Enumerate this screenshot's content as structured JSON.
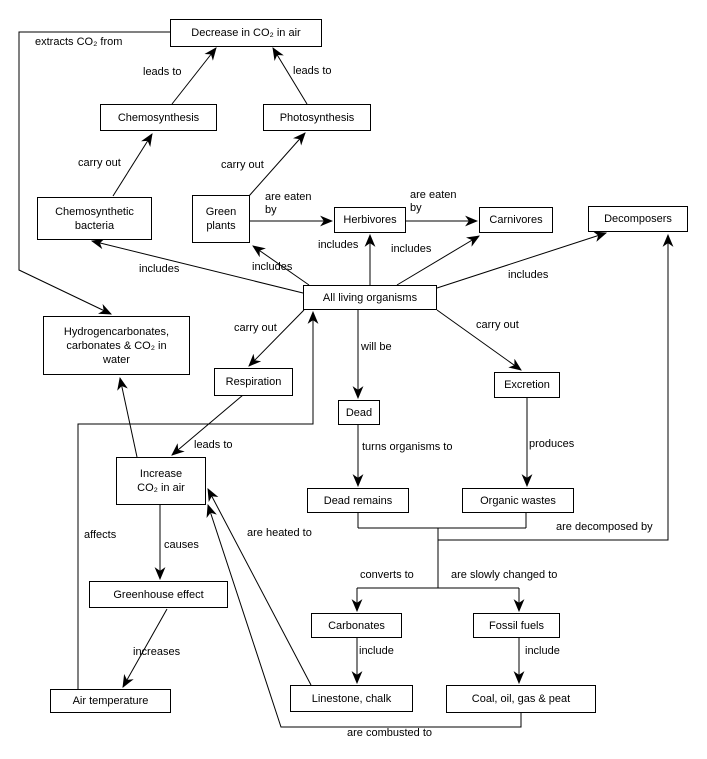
{
  "nodes": {
    "decrease": {
      "label": "Decrease in CO₂ in air"
    },
    "chemosynthesis": {
      "label": "Chemosynthesis"
    },
    "photosynthesis": {
      "label": "Photosynthesis"
    },
    "chemo_bacteria": {
      "label": "Chemosynthetic\nbacteria"
    },
    "green_plants": {
      "label": "Green\nplants"
    },
    "herbivores": {
      "label": "Herbivores"
    },
    "carnivores": {
      "label": "Carnivores"
    },
    "decomposers": {
      "label": "Decomposers"
    },
    "all_living": {
      "label": "All living organisms"
    },
    "hydro": {
      "label": "Hydrogencarbonates,\ncarbonates & CO₂ in\nwater"
    },
    "respiration": {
      "label": "Respiration"
    },
    "dead": {
      "label": "Dead"
    },
    "excretion": {
      "label": "Excretion"
    },
    "increase": {
      "label": "Increase\nCO₂ in air"
    },
    "dead_remains": {
      "label": "Dead remains"
    },
    "organic_wastes": {
      "label": "Organic wastes"
    },
    "greenhouse": {
      "label": "Greenhouse effect"
    },
    "carbonates": {
      "label": "Carbonates"
    },
    "fossil_fuels": {
      "label": "Fossil fuels"
    },
    "air_temperature": {
      "label": "Air temperature"
    },
    "limestone": {
      "label": "Linestone, chalk"
    },
    "coal": {
      "label": "Coal, oil, gas & peat"
    }
  },
  "edge_labels": {
    "extracts": "extracts CO₂ from",
    "leads_to_left": "leads to",
    "leads_to_right": "leads to",
    "carry_out_chemo": "carry out",
    "carry_out_photo": "carry out",
    "are_eaten_by_left": "are eaten\nby",
    "are_eaten_by_right": "are eaten\nby",
    "includes_bacteria": "includes",
    "includes_plants": "includes",
    "includes_herbivores": "includes",
    "includes_carnivores": "includes",
    "includes_decomposers": "includes",
    "carry_out_respiration": "carry out",
    "will_be": "will be",
    "carry_out_excretion": "carry out",
    "leads_to_respiration": "leads to",
    "turns_organisms_to": "turns organisms to",
    "produces": "produces",
    "affects": "affects",
    "causes": "causes",
    "increases": "increases",
    "are_heated_to": "are heated to",
    "converts_to": "converts to",
    "are_slowly_changed_to": "are slowly changed to",
    "include_carbonates": "include",
    "include_fossil": "include",
    "are_combusted_to": "are combusted to",
    "are_decomposed_by": "are decomposed by"
  },
  "colors": {
    "line": "#000000",
    "box_background": "#ffffff",
    "page_background": "#ffffff"
  }
}
